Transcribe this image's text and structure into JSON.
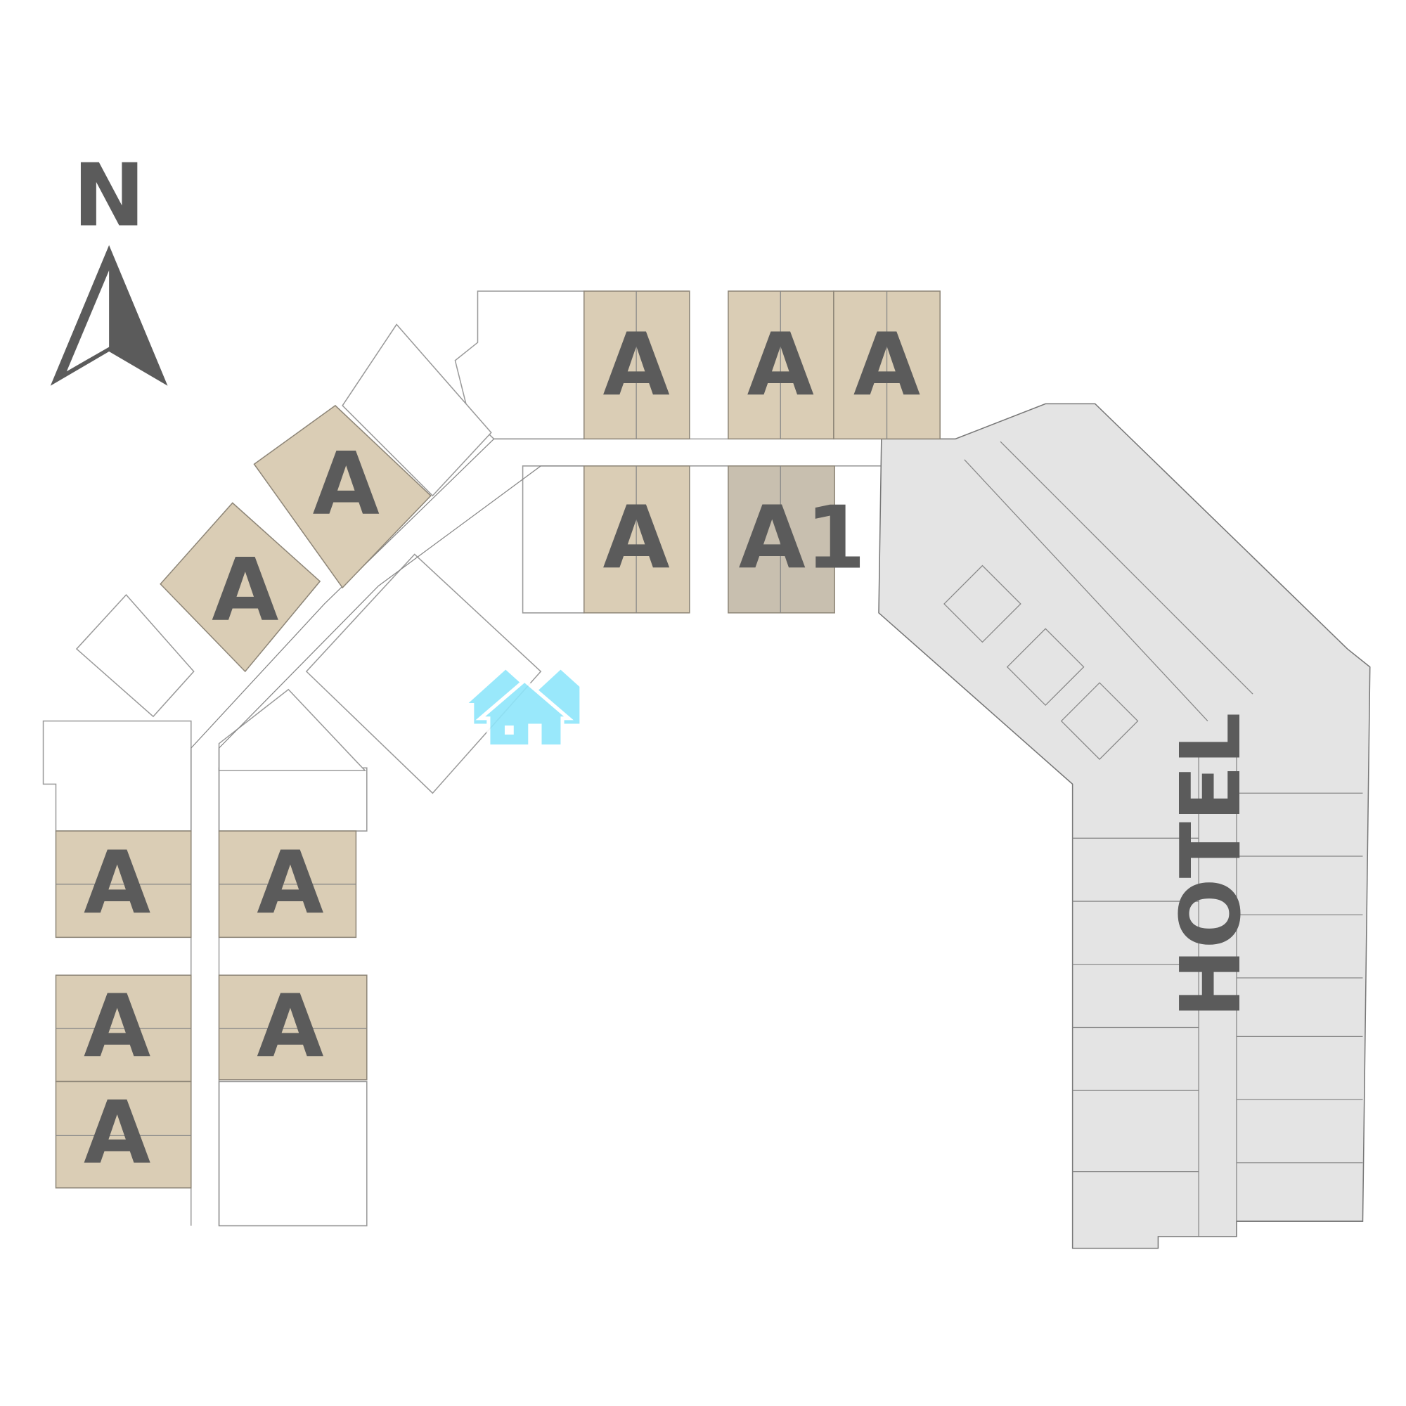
{
  "compass": {
    "label": "N",
    "icon": "north-arrow-icon"
  },
  "units": [
    {
      "label": "A"
    },
    {
      "label": "A"
    },
    {
      "label": "A"
    },
    {
      "label": "A"
    },
    {
      "label": "A1"
    },
    {
      "label": "A"
    },
    {
      "label": "A"
    },
    {
      "label": "A"
    },
    {
      "label": "A"
    },
    {
      "label": "A"
    },
    {
      "label": "A"
    },
    {
      "label": "A"
    }
  ],
  "hotel": {
    "label": "HOTEL"
  },
  "marker": {
    "icon": "houses-icon",
    "color": "#8ee6fb"
  },
  "colors": {
    "unit_a": "#dacdb5",
    "unit_a1": "#c8bfaf",
    "hotel": "#e4e4e4",
    "label": "#5b5b5b"
  }
}
